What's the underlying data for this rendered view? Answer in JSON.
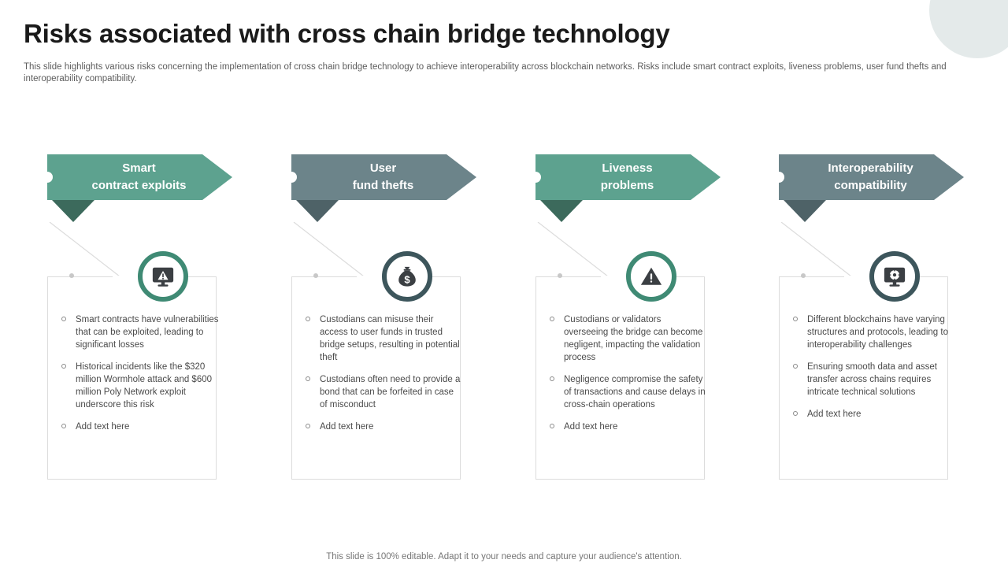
{
  "title": "Risks associated with cross chain bridge technology",
  "subtitle": "This slide highlights various risks concerning the implementation of cross chain bridge technology to achieve interoperability across blockchain networks. Risks include smart contract exploits, liveness problems, user fund thefts and interoperability compatibility.",
  "footer": "This slide is 100% editable. Adapt it to your needs and capture your audience's attention.",
  "colors": {
    "green": "#5da28f",
    "green_dark": "#3c6a5c",
    "green_ring": "#3f8a74",
    "slate": "#6c848a",
    "slate_dark": "#4e6267",
    "slate_ring": "#3d565c",
    "deco_circle": "#e4eaea",
    "card_border": "#dcdcdc",
    "text_body": "#4a4a4a"
  },
  "columns": [
    {
      "banner_label": "Smart\ncontract exploits",
      "theme": "green",
      "icon": "monitor-warning-icon",
      "bullets": [
        "Smart contracts have vulnerabilities that can be exploited, leading to significant losses",
        "Historical incidents like the $320 million Wormhole attack and $600 million Poly Network exploit underscore this risk",
        "Add text here"
      ]
    },
    {
      "banner_label": "User\nfund thefts",
      "theme": "slate",
      "icon": "money-bag-icon",
      "bullets": [
        "Custodians can misuse their access to user funds in trusted bridge setups, resulting in potential theft",
        "Custodians often need to provide a bond that can be forfeited in case of misconduct",
        "Add text here"
      ]
    },
    {
      "banner_label": "Liveness\nproblems",
      "theme": "green",
      "icon": "warning-triangle-icon",
      "bullets": [
        "Custodians or validators overseeing the bridge can become negligent, impacting the validation process",
        "Negligence compromise the safety of transactions and cause delays in cross-chain operations",
        "Add text here"
      ]
    },
    {
      "banner_label": "Interoperability\ncompatibility",
      "theme": "slate",
      "icon": "monitor-gear-icon",
      "bullets": [
        "Different blockchains have varying structures and protocols, leading to interoperability challenges",
        "Ensuring smooth data and asset transfer across chains requires intricate technical solutions",
        "Add text here"
      ]
    }
  ]
}
